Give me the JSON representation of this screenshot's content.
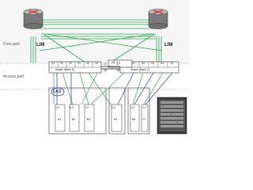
{
  "labels": {
    "core": "Core part",
    "access": "Access part"
  },
  "routers": [
    {
      "label": "LIM"
    },
    {
      "label": "LIM"
    }
  ],
  "switches": [
    {
      "name": "Switch (Bank E)",
      "ports": [
        "24",
        "23",
        "22",
        "21",
        "20",
        "19"
      ]
    },
    {
      "name": "Switch (Bank C)",
      "ports": [
        "21",
        "22",
        "23",
        "24",
        "19"
      ]
    }
  ],
  "isl": {
    "label": "ISL 1:1",
    "left_ports": [
      "17",
      "18"
    ],
    "right_ports": [
      "17",
      "18"
    ]
  },
  "lag": {
    "label": "LAG"
  },
  "modules": [
    {
      "ports": "1,2",
      "name": "B1"
    },
    {
      "ports": "3,4",
      "name": "B2"
    },
    {
      "ports": "1,2",
      "name": "B3"
    },
    {
      "ports": "1,2",
      "name": "B4"
    },
    {
      "ports": "1,2",
      "name": "B5"
    },
    {
      "ports": "1,2",
      "name": "F1"
    }
  ],
  "colors": {
    "link_green": "#2ea44f",
    "link_blue": "#1a3a9a",
    "router_mark": "#d32f2f"
  }
}
